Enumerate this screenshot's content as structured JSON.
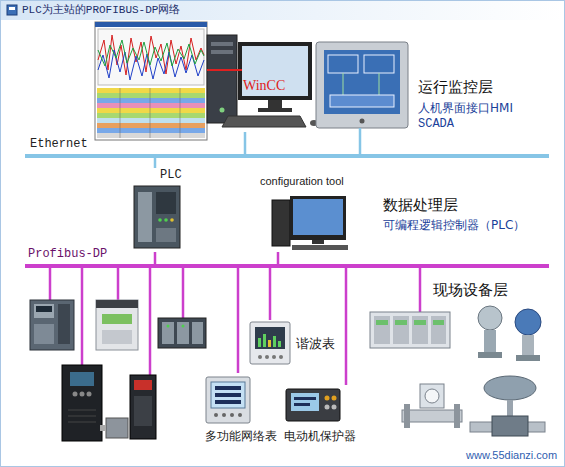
{
  "diagram": {
    "title": "PLC为主站的PROFIBUS-DP网络",
    "nodes": [
      {
        "text": [
          "Ethernet"
        ]
      },
      {
        "text": [
          "WinCC"
        ]
      },
      {
        "text": [
          "PLC"
        ]
      },
      {
        "text": [
          "configuration tool"
        ]
      },
      {
        "text": [
          "Profibus-DP"
        ]
      },
      {
        "text": [
          "谐波表"
        ]
      },
      {
        "text": [
          "多功能网络表"
        ]
      },
      {
        "text": [
          "电动机保护器"
        ]
      }
    ],
    "edges": [
      {
        "from": 1,
        "to": 0,
        "arrow": "none"
      },
      {
        "from": 2,
        "to": 0,
        "arrow": "none"
      },
      {
        "from": 2,
        "to": 4,
        "arrow": "none"
      },
      {
        "from": 3,
        "to": 4,
        "arrow": "none"
      },
      {
        "from": 4,
        "to": 5,
        "arrow": "none"
      },
      {
        "from": 4,
        "to": 6,
        "arrow": "none"
      },
      {
        "from": 4,
        "to": 7,
        "arrow": "none"
      }
    ],
    "labels": [
      "运行监控层",
      "人机界面接口HMI",
      "SCADA",
      "数据处理层",
      "可编程逻辑控制器（PLC）",
      "现场设备层",
      "www.55dianzi.com"
    ]
  }
}
